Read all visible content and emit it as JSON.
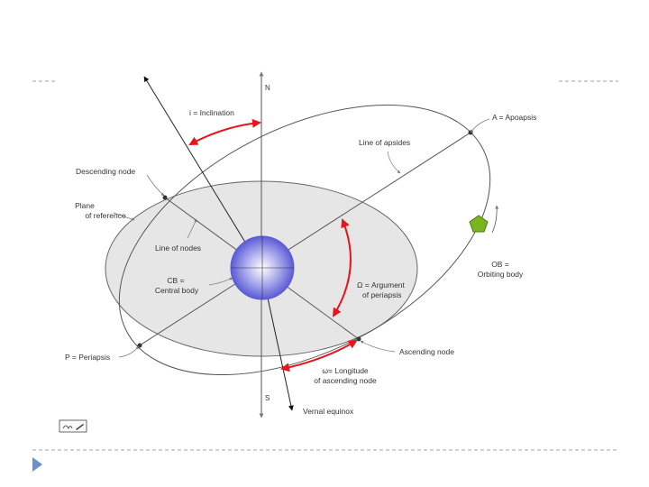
{
  "axis": {
    "north": "N",
    "south": "S"
  },
  "labels": {
    "inclination": "i  = Inclination",
    "apoapsis": "A = Apoapsis",
    "line_of_apsides": "Line of apsides",
    "descending_node": "Descending node",
    "plane_line1": "Plane",
    "plane_line2": "of reference",
    "line_of_nodes": "Line of nodes",
    "central_line1": "CB =",
    "central_line2": "Central  body",
    "argument_line1": "Ω = Argument",
    "argument_line2": "of periapsis",
    "orbiting_line1": "OB =",
    "orbiting_line2": "Orbiting body",
    "periapsis": "P = Periapsis",
    "ascending_node": "Ascending node",
    "longitude_line1": "ω= Longitude",
    "longitude_line2": "of ascending node",
    "vernal_equinox": "Vernal equinox"
  },
  "colors": {
    "plane_fill": "#e6e6e6",
    "central_body": "#5b5bd6",
    "orbiting_body": "#7ab51d",
    "arrow_red": "#e8141c",
    "line": "#555555",
    "slide_accent": "#6f8fc8",
    "dash_line": "#a0a0a0"
  },
  "icons": {
    "next_slide": "triangle-play-icon",
    "pen_tool": "pen-tool-icon"
  }
}
